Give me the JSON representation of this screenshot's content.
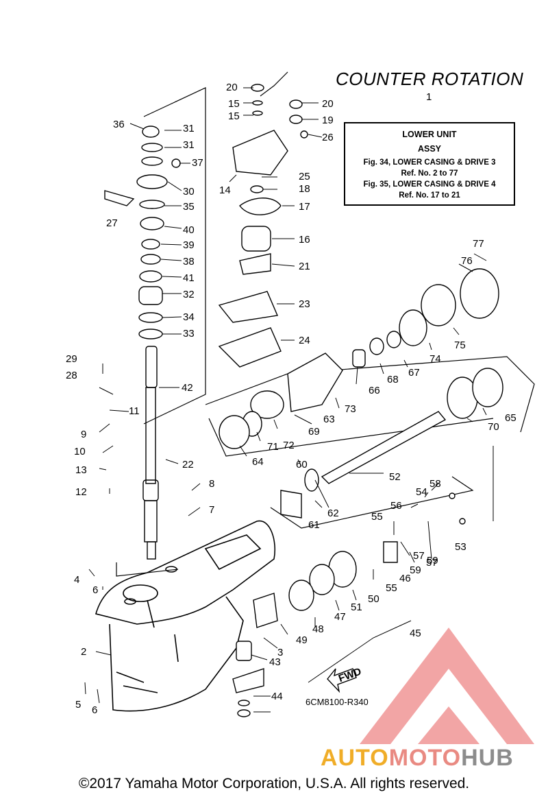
{
  "diagram": {
    "title": "COUNTER ROTATION",
    "title_callout": "1",
    "ref_box": {
      "heading": "LOWER UNIT",
      "subheading": "ASSY",
      "line1": "Fig. 34, LOWER CASING & DRIVE 3",
      "line2": "Ref. No. 2 to 77",
      "line3": "Fig. 35, LOWER CASING & DRIVE 4",
      "line4": "Ref. No. 17 to 21"
    },
    "fwd_label": "FWD",
    "drawing_code": "6CM8100-R340",
    "callouts": [
      "20",
      "15",
      "15",
      "20",
      "19",
      "26",
      "25",
      "18",
      "14",
      "17",
      "16",
      "21",
      "23",
      "24",
      "36",
      "31",
      "31",
      "37",
      "30",
      "27",
      "35",
      "40",
      "39",
      "38",
      "41",
      "32",
      "34",
      "33",
      "42",
      "29",
      "28",
      "11",
      "9",
      "10",
      "13",
      "12",
      "22",
      "8",
      "7",
      "4",
      "6",
      "2",
      "5",
      "6",
      "77",
      "76",
      "75",
      "74",
      "67",
      "68",
      "66",
      "73",
      "63",
      "69",
      "72",
      "71",
      "64",
      "65",
      "70",
      "52",
      "60",
      "62",
      "61",
      "58",
      "54",
      "56",
      "55",
      "59",
      "57",
      "57",
      "59",
      "53",
      "55",
      "46",
      "50",
      "51",
      "47",
      "48",
      "49",
      "3",
      "43",
      "45",
      "44"
    ]
  },
  "brand": {
    "part1": "AUTO",
    "part2": "MOTO",
    "part3": "HUB",
    "colors": {
      "auto": "#f0ad28",
      "moto": "#e98a82",
      "hub": "#8c8c8c",
      "logo": "#e85c5c"
    }
  },
  "copyright": "©2017 Yamaha Motor Corporation, U.S.A. All rights reserved."
}
